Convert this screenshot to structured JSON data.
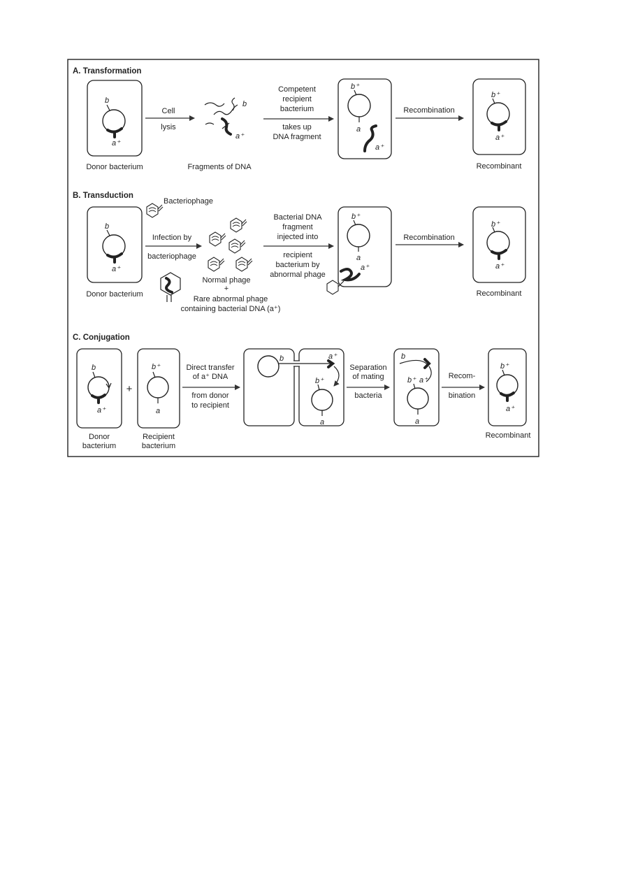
{
  "panels": {
    "transformation": {
      "title": "A. Transformation",
      "donor_label": "Donor bacterium",
      "gene_b": "b",
      "gene_a_plus": "a⁺",
      "step1_top": "Cell",
      "step1_bottom": "lysis",
      "fragments_label": "Fragments of DNA",
      "step2_top": [
        "Competent",
        "recipient",
        "bacterium"
      ],
      "step2_bottom": [
        "takes up",
        "DNA fragment"
      ],
      "recipient_b_plus": "b⁺",
      "recipient_a": "a",
      "step3": "Recombination",
      "recombinant_label": "Recombinant"
    },
    "transduction": {
      "title": "B. Transduction",
      "phage_label": "Bacteriophage",
      "donor_label": "Donor bacterium",
      "step1_top": "Infection by",
      "step1_bottom": "bacteriophage",
      "phage_notes": [
        "Normal phage",
        "+",
        "Rare abnormal phage",
        "containing bacterial DNA (a⁺)"
      ],
      "step2_top": [
        "Bacterial DNA",
        "fragment",
        "injected into"
      ],
      "step2_bottom": [
        "recipient",
        "bacterium by",
        "abnormal phage"
      ],
      "step3": "Recombination",
      "recombinant_label": "Recombinant"
    },
    "conjugation": {
      "title": "C. Conjugation",
      "donor_label": [
        "Donor",
        "bacterium"
      ],
      "plus": "+",
      "recipient_label": [
        "Recipient",
        "bacterium"
      ],
      "step1_top": [
        "Direct transfer",
        "of a⁺ DNA"
      ],
      "step1_bottom": [
        "from donor",
        "to recipient"
      ],
      "step2_top": [
        "Separation",
        "of mating"
      ],
      "step2_bottom": "bacteria",
      "step3_top": "Recom-",
      "step3_bottom": "bination",
      "recombinant_label": "Recombinant"
    }
  }
}
